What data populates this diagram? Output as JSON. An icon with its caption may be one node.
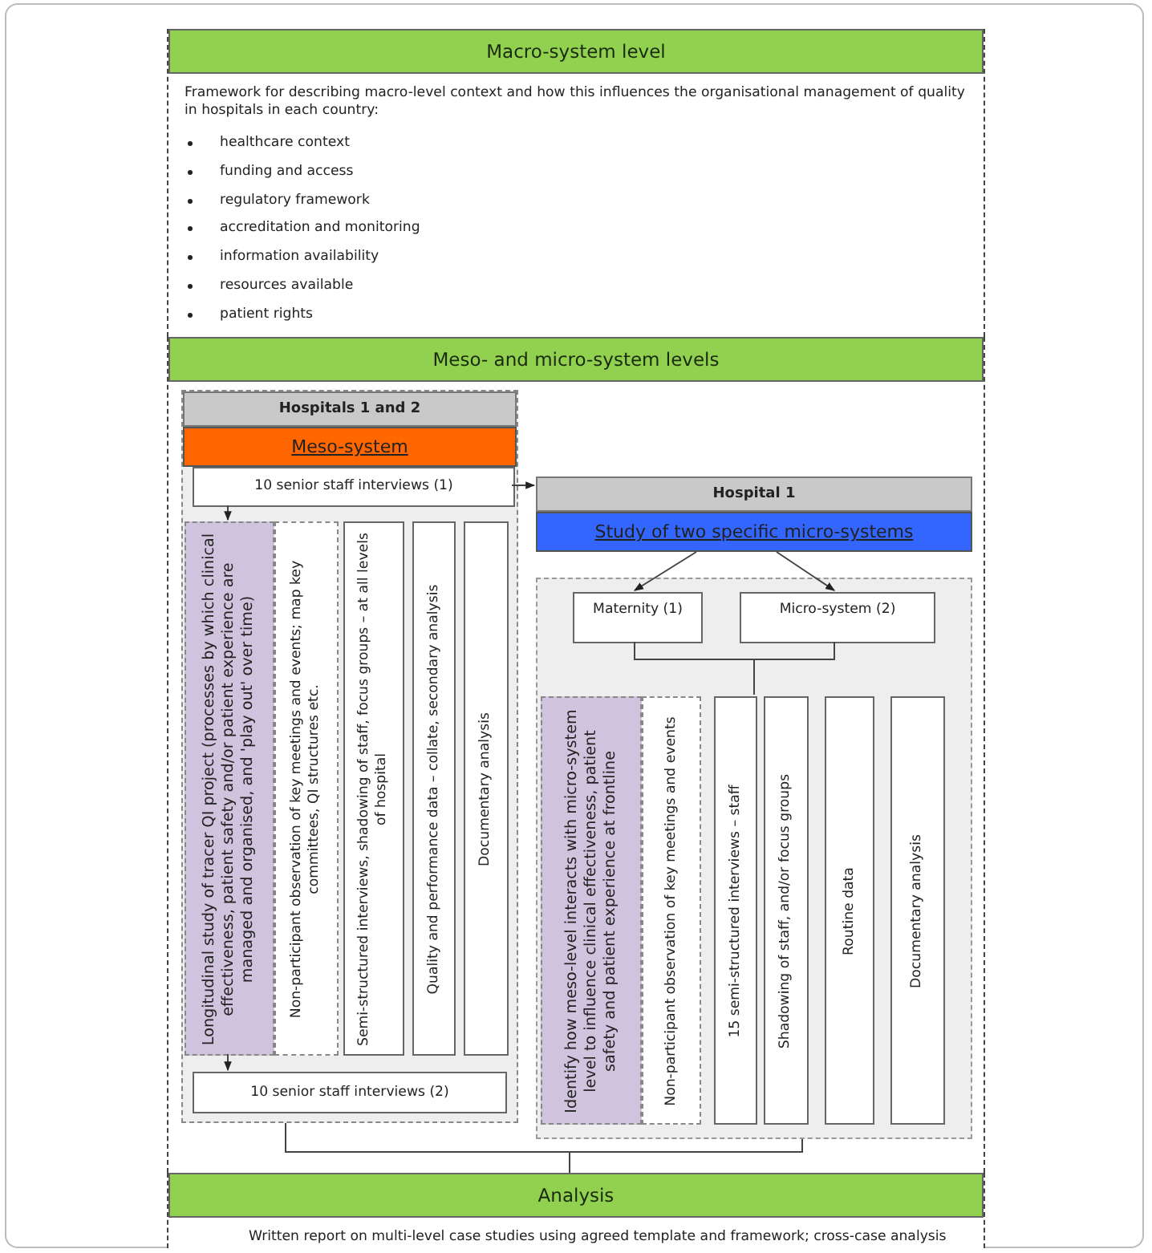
{
  "diagram": {
    "nodes": [
      {
        "text": [
          "Macro-system level",
          "Framework for describing macro-level context and how this influences the organisational management of quality in hospitals in each country:",
          "healthcare context",
          "funding and access",
          "regulatory framework",
          "accreditation and monitoring",
          "information availability",
          "resources available",
          "patient rights"
        ]
      },
      {
        "text": [
          "Meso- and micro-system levels"
        ]
      },
      {
        "text": [
          "Hospitals 1 and 2",
          "Meso-system"
        ],
        "in": 1
      },
      {
        "text": [
          "10 senior staff interviews (1)"
        ],
        "in": 2
      },
      {
        "text": [
          "Longitudinal study of tracer QI project (processes by which clinical effectiveness, patient safety and/or patient experience are managed and organised, and 'play out' over time)"
        ],
        "in": 2
      },
      {
        "text": [
          "Non-participant observation of key meetings and events; map key committees, QI structures etc."
        ],
        "in": 2
      },
      {
        "text": [
          "Semi-structured interviews, shadowing of staff, focus groups – at all levels of hospital"
        ],
        "in": 2
      },
      {
        "text": [
          "Quality and performance data – collate, secondary analysis"
        ],
        "in": 2
      },
      {
        "text": [
          "Documentary analysis"
        ],
        "in": 2
      },
      {
        "text": [
          "10 senior staff interviews (2)"
        ],
        "in": 2
      },
      {
        "text": [
          "Hospital 1",
          "Study of two specific micro-systems"
        ],
        "in": 1
      },
      {
        "text": [],
        "shape": "box",
        "in": 1
      },
      {
        "text": [
          "Maternity (1)"
        ],
        "in": 11
      },
      {
        "text": [
          "Micro-system (2)"
        ],
        "in": 11
      },
      {
        "text": [
          "Identify how meso-level interacts with micro-system level to influence clinical effectiveness, patient safety and patient experience at frontline"
        ],
        "in": 11
      },
      {
        "text": [
          "Non-participant observation of key meetings and events"
        ],
        "in": 11
      },
      {
        "text": [
          "15 semi-structured interviews – staff"
        ],
        "in": 11
      },
      {
        "text": [
          "Shadowing of staff, and/or focus groups"
        ],
        "in": 11
      },
      {
        "text": [
          "Routine data"
        ],
        "in": 11
      },
      {
        "text": [
          "Documentary analysis"
        ],
        "in": 11
      },
      {
        "text": [
          "Analysis",
          "Written report on multi-level case studies using agreed template and framework; cross-case analysis"
        ]
      }
    ],
    "edges": [
      {
        "from": 3,
        "to": 10,
        "arrow": "to"
      },
      {
        "from": 3,
        "to": 4,
        "arrow": "to"
      },
      {
        "from": 4,
        "to": 9,
        "arrow": "to"
      },
      {
        "from": 10,
        "to": 12,
        "arrow": "to"
      },
      {
        "from": 10,
        "to": 13,
        "arrow": "to"
      },
      {
        "from": 12,
        "to": 16,
        "arrow": "none"
      },
      {
        "from": 13,
        "to": 16,
        "arrow": "none"
      },
      {
        "from": 2,
        "to": 20,
        "arrow": "none"
      },
      {
        "from": 11,
        "to": 20,
        "arrow": "none"
      }
    ]
  }
}
